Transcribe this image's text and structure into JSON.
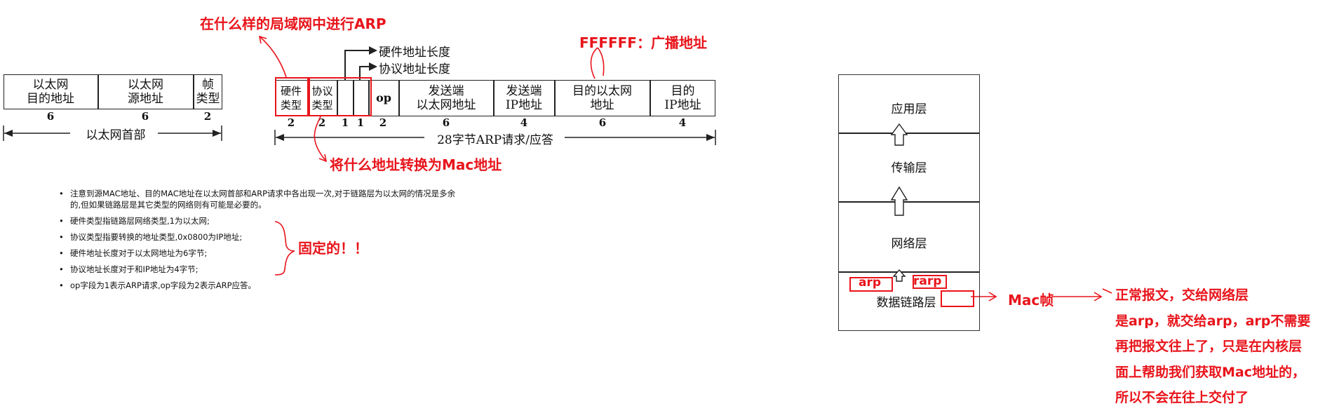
{
  "annotations": {
    "lan_arp": "在什么样的局域网中进行ARP",
    "hw_len": "硬件地址长度",
    "proto_len": "协议地址长度",
    "broadcast": "FFFFFF：广播地址",
    "convert": "将什么地址转换为Mac地址",
    "fixed": "固定的！！",
    "mac_frame": "Mac帧"
  },
  "eth_header": {
    "fields": [
      {
        "label": "以太网\n目的地址",
        "size": "6"
      },
      {
        "label": "以太网\n源地址",
        "size": "6"
      },
      {
        "label": "帧\n类型",
        "size": "2"
      }
    ],
    "span_label": "以太网首部"
  },
  "arp_packet": {
    "fields": [
      {
        "label": "硬件\n类型",
        "size": "2"
      },
      {
        "label": "协议\n类型",
        "size": "2"
      },
      {
        "label": "",
        "size": "1"
      },
      {
        "label": "",
        "size": "1"
      },
      {
        "label": "op",
        "size": "2"
      },
      {
        "label": "发送端\n以太网地址",
        "size": "6"
      },
      {
        "label": "发送端\nIP地址",
        "size": "4"
      },
      {
        "label": "目的以太网\n地址",
        "size": "6"
      },
      {
        "label": "目的\nIP地址",
        "size": "4"
      }
    ],
    "span_label": "28字节ARP请求/应答"
  },
  "notes": [
    "注意到源MAC地址、目的MAC地址在以太网首部和ARP请求中各出现一次,对于链路层为以太网的情况是多余的,但如果链路层是其它类型的网络则有可能是必要的。",
    "硬件类型指链路层网络类型,1为以太网;",
    "协议类型指要转换的地址类型,0x0800为IP地址;",
    "硬件地址长度对于以太网地址为6字节;",
    "协议地址长度对于和IP地址为4字节;",
    "op字段为1表示ARP请求,op字段为2表示ARP应答。"
  ],
  "stack": {
    "layers": [
      "应用层",
      "传输层",
      "网络层",
      "数据链路层"
    ],
    "arp": "arp",
    "rarp": "rarp"
  },
  "right_note": [
    "正常报文，交给网络层",
    "是arp，就交给arp，arp不需要",
    "再把报文往上了，只是在内核层",
    "面上帮助我们获取Mac地址的，",
    "所以不会在往上交付了"
  ]
}
